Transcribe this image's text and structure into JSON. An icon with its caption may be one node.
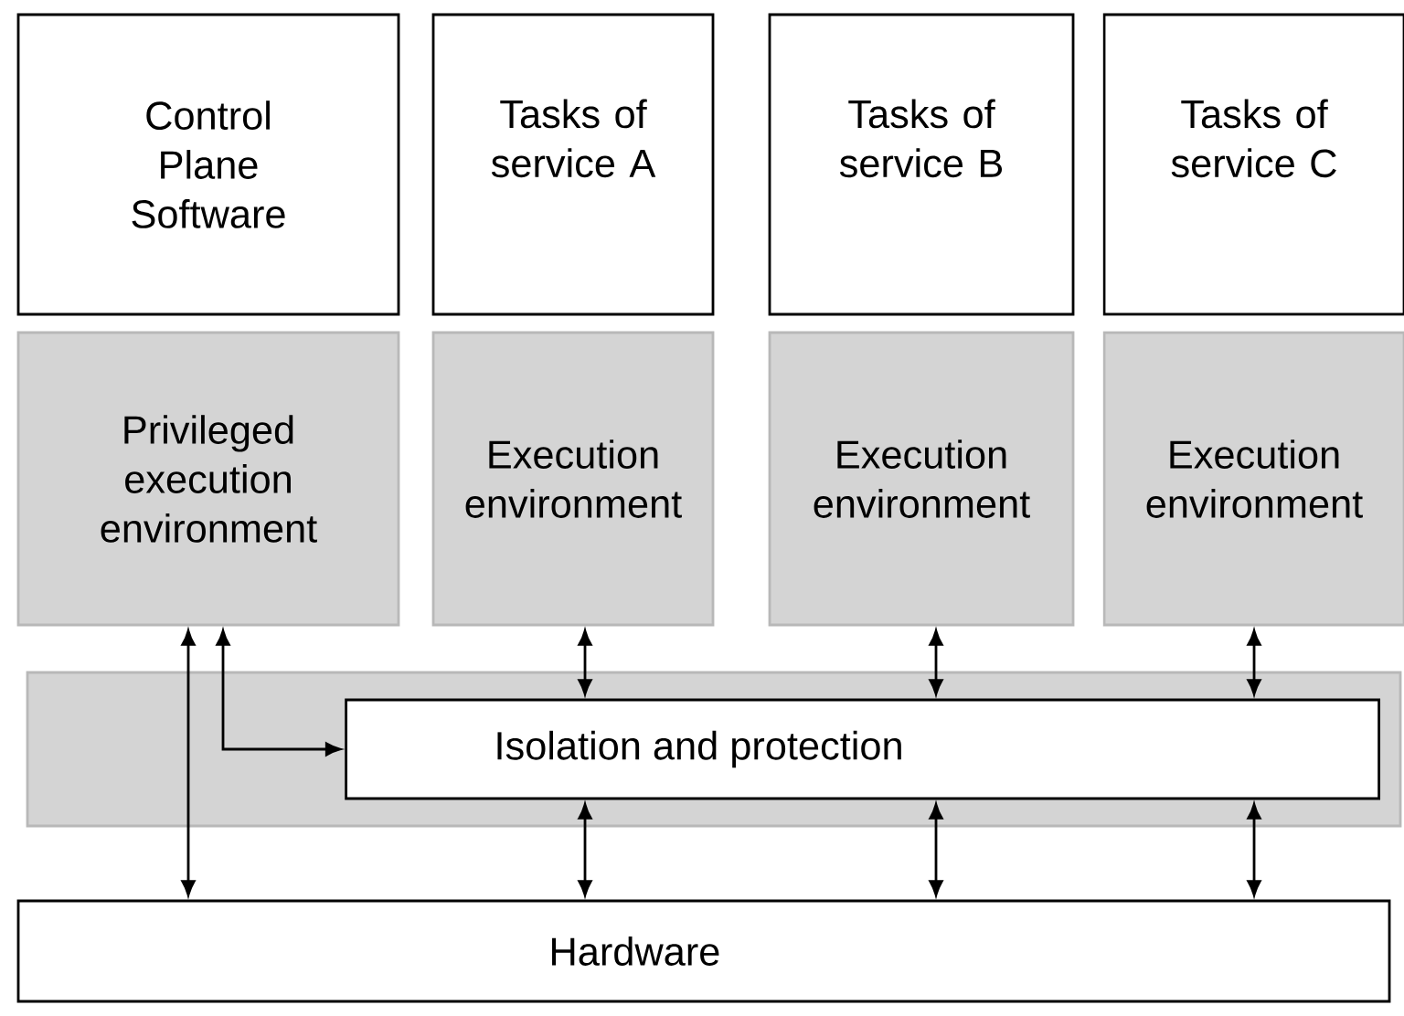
{
  "diagram": {
    "nodes": [
      {
        "text": [
          "Control Plane Software"
        ]
      },
      {
        "text": [
          "Tasks of service A"
        ]
      },
      {
        "text": [
          "Tasks of service B"
        ]
      },
      {
        "text": [
          "Tasks of service C"
        ]
      },
      {
        "text": [
          "Privileged execution environment"
        ]
      },
      {
        "text": [
          "Execution environment"
        ]
      },
      {
        "text": [
          "Execution environment"
        ]
      },
      {
        "text": [
          "Execution environment"
        ]
      },
      {
        "text": [],
        "shape": "box"
      },
      {
        "text": [
          "Isolation and protection"
        ],
        "in": 8
      },
      {
        "text": [
          "Hardware"
        ]
      }
    ],
    "edges": [
      {
        "from": 4,
        "to": 10,
        "arrow": "both"
      },
      {
        "from": 4,
        "to": 9,
        "arrow": "both"
      },
      {
        "from": 5,
        "to": 9,
        "arrow": "both"
      },
      {
        "from": 6,
        "to": 9,
        "arrow": "both"
      },
      {
        "from": 7,
        "to": 9,
        "arrow": "both"
      },
      {
        "from": 9,
        "to": 10,
        "arrow": "both"
      },
      {
        "from": 9,
        "to": 10,
        "arrow": "both"
      },
      {
        "from": 9,
        "to": 10,
        "arrow": "both"
      }
    ]
  }
}
